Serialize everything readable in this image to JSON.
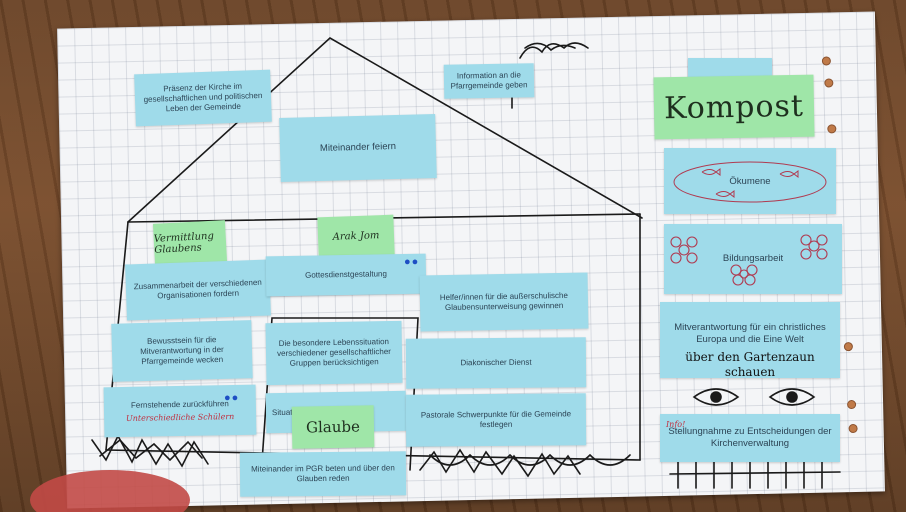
{
  "board": {
    "kompost": "Kompost",
    "glaube": "Glaube",
    "roof_cards": {
      "praesenz": "Präsenz der Kirche im gesellschaftlichen und politischen Leben der Gemeinde",
      "information": "Information an die Pfarrgemeinde geben",
      "miteinander_feiern": "Miteinander feiern"
    },
    "green_notes": {
      "vermittlung": "Vermittlung Glaubens",
      "arak": "Arak Jom"
    },
    "house_cards": {
      "gottesdienst": "Gottesdienstgestaltung",
      "zusammenarbeit": "Zusammenarbeit der verschiedenen Organisationen fordern",
      "bewusstsein": "Bewusstsein für die Mitverantwortung in der Pfarrgemeinde wecken",
      "fernstehende": "Fernstehende zurückführen",
      "fernstehende_note": "Unterschiedliche Schülern",
      "helfer": "Helfer/innen für die außerschulische Glaubensunterweisung gewinnen",
      "diakonisch": "Diakonischer Dienst",
      "pastorale": "Pastorale Schwerpunkte für die Gemeinde festlegen",
      "besondere": "Die besondere Lebenssituation verschiedener gesellschaftlicher Gruppen berücksichtigen",
      "situation": "Situationen",
      "pgr": "Miteinander im PGR beten und über den Glauben reden"
    },
    "side_cards": {
      "oekumene": "Ökumene",
      "bildungsarbeit": "Bildungsarbeit",
      "mitverantwortung": "Mitverantwortung für ein christliches Europa und die Eine Welt",
      "gartenzaun": "über den Gartenzaun schauen",
      "stellungnahme": "Stellungnahme zu Entscheidungen der Kirchenverwaltung",
      "info_note": "Info!"
    }
  },
  "colors": {
    "card_blue": "#9fdbea",
    "card_green": "#9fe6a8",
    "ink": "#1a1a1a",
    "paper": "#f4f5f7"
  }
}
